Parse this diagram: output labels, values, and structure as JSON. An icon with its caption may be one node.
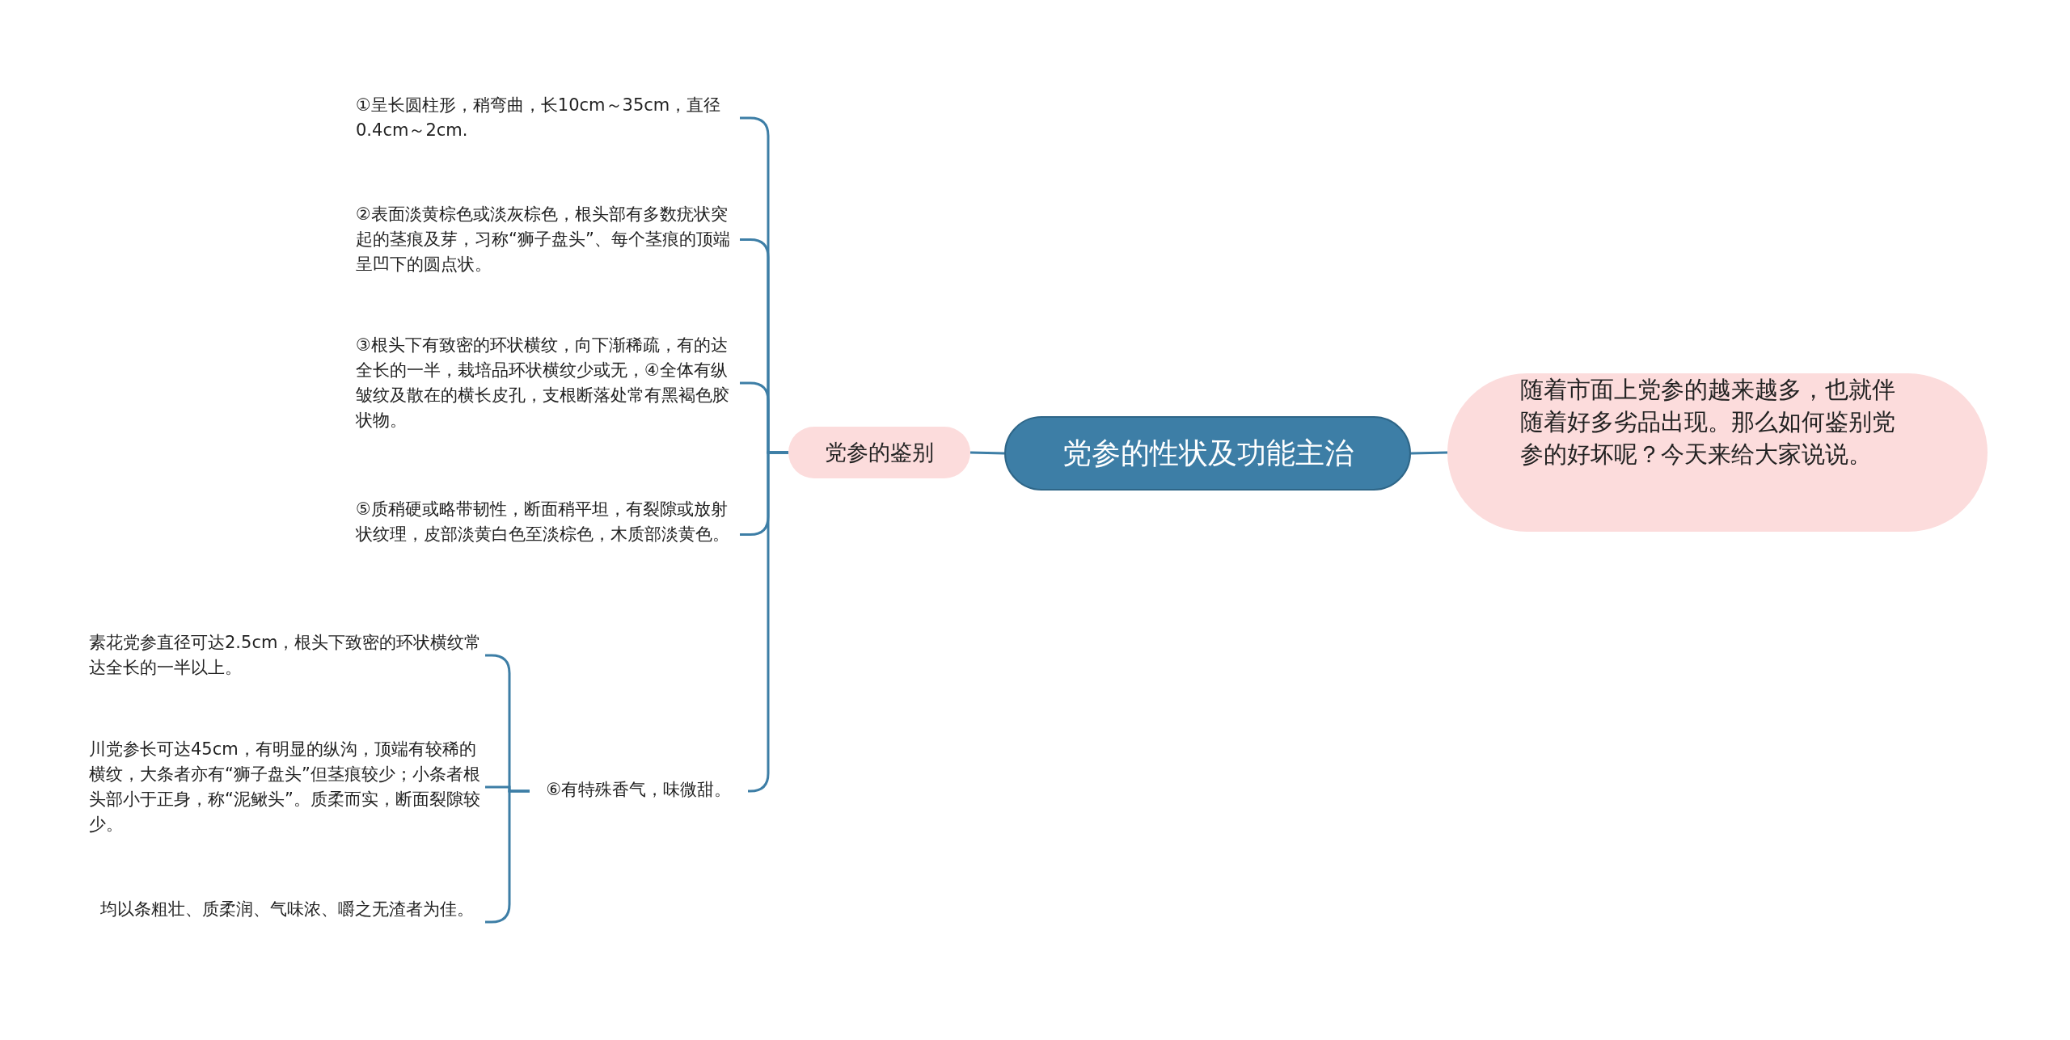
{
  "diagram": {
    "nodes": [
      {
        "text": [
          "党参的性状及功能主治"
        ]
      },
      {
        "text": [
          "随着市面上党参的越来越多，也就伴随着好多劣品出现。那么如何鉴别党参的好坏呢？今天来给大家说说。"
        ]
      },
      {
        "text": [
          "党参的鉴别"
        ]
      },
      {
        "text": [
          "①呈长圆柱形，稍弯曲，长10cm～35cm，直径0.4cm～2cm."
        ]
      },
      {
        "text": [
          "②表面淡黄棕色或淡灰棕色，根头部有多数疣状突起的茎痕及芽，习称“狮子盘头”、每个茎痕的顶端呈凹下的圆点状。"
        ]
      },
      {
        "text": [
          "③根头下有致密的环状横纹，向下渐稀疏，有的达全长的一半，栽培品环状横纹少或无，④全体有纵皱纹及散在的横长皮孔，支根断落处常有黑褐色胶状物。"
        ]
      },
      {
        "text": [
          "⑤质稍硬或略带韧性，断面稍平坦，有裂隙或放射状纹理，皮部淡黄白色至淡棕色，木质部淡黄色。"
        ]
      },
      {
        "text": [
          "⑥有特殊香气，味微甜。"
        ]
      },
      {
        "text": [
          "素花党参直径可达2.5cm，根头下致密的环状横纹常达全长的一半以上。"
        ]
      },
      {
        "text": [
          "川党参长可达45cm，有明显的纵沟，顶端有较稀的横纹，大条者亦有“狮子盘头”但茎痕较少；小条者根头部小于正身，称“泥鳅头”。质柔而实，断面裂隙较少。"
        ]
      },
      {
        "text": [
          "均以条粗壮、质柔润、气味浓、嚼之无渣者为佳。"
        ]
      }
    ],
    "edges": [
      {
        "from": 0,
        "to": 1,
        "arrow": "none"
      },
      {
        "from": 0,
        "to": 2,
        "arrow": "none"
      },
      {
        "from": 2,
        "to": 3,
        "arrow": "none"
      },
      {
        "from": 2,
        "to": 4,
        "arrow": "none"
      },
      {
        "from": 2,
        "to": 5,
        "arrow": "none"
      },
      {
        "from": 2,
        "to": 6,
        "arrow": "none"
      },
      {
        "from": 2,
        "to": 7,
        "arrow": "none"
      },
      {
        "from": 7,
        "to": 8,
        "arrow": "none"
      },
      {
        "from": 7,
        "to": 9,
        "arrow": "none"
      },
      {
        "from": 7,
        "to": 10,
        "arrow": "none"
      }
    ]
  }
}
